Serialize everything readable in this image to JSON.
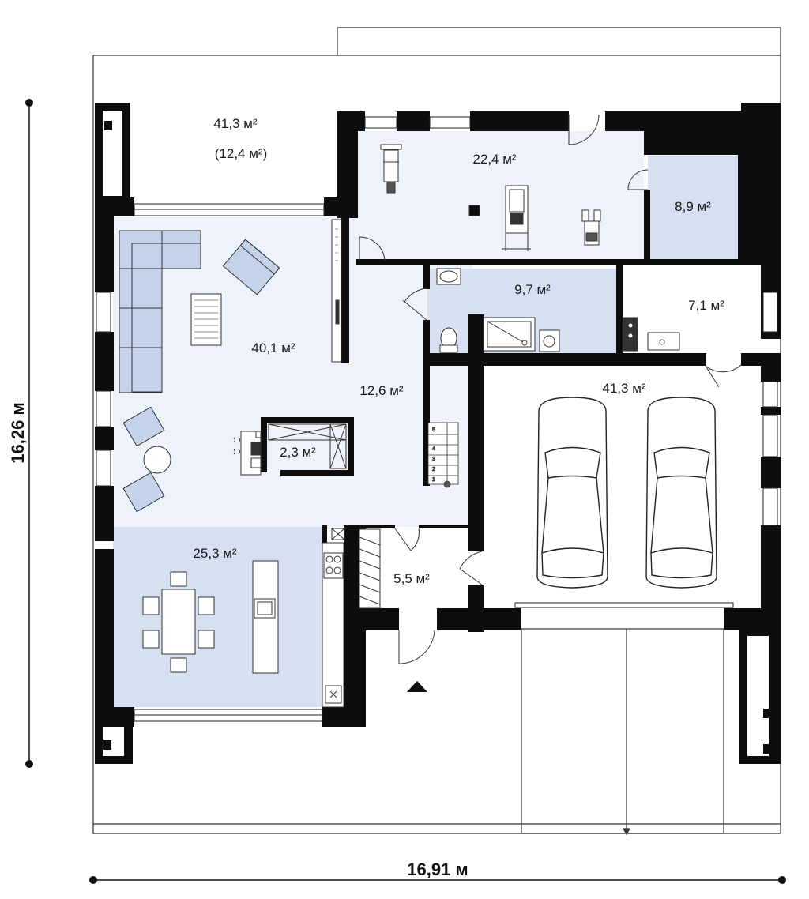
{
  "colors": {
    "wall": "#0d0d0d",
    "living_fill": "#eef2fa",
    "blue_fill": "#d6e0f1",
    "furniture_fill": "#c4d3ea",
    "outline": "#333333"
  },
  "rooms": {
    "terrace_top": {
      "area": "41,3 м²",
      "area_sub": "(12,4 м²)"
    },
    "gym": {
      "area": "22,4 м²"
    },
    "storage": {
      "area": "8,9 м²"
    },
    "bathroom": {
      "area": "9,7 м²"
    },
    "boiler": {
      "area": "7,1 м²"
    },
    "living": {
      "area": "40,1 м²"
    },
    "hall": {
      "area": "12,6 м²"
    },
    "pantry": {
      "area": "2,3 м²"
    },
    "garage": {
      "area": "41,3 м²"
    },
    "dining": {
      "area": "25,3 м²"
    },
    "entry": {
      "area": "5,5 м²"
    }
  },
  "dimensions": {
    "height": "16,26 м",
    "width": "16,91 м"
  },
  "stairs": {
    "steps": [
      "1",
      "2",
      "3",
      "4",
      "5"
    ]
  },
  "icons": [
    "entrance-arrow-icon",
    "car-icon",
    "toilet-icon",
    "sink-icon",
    "shower-icon",
    "stove-icon",
    "fireplace-icon"
  ]
}
